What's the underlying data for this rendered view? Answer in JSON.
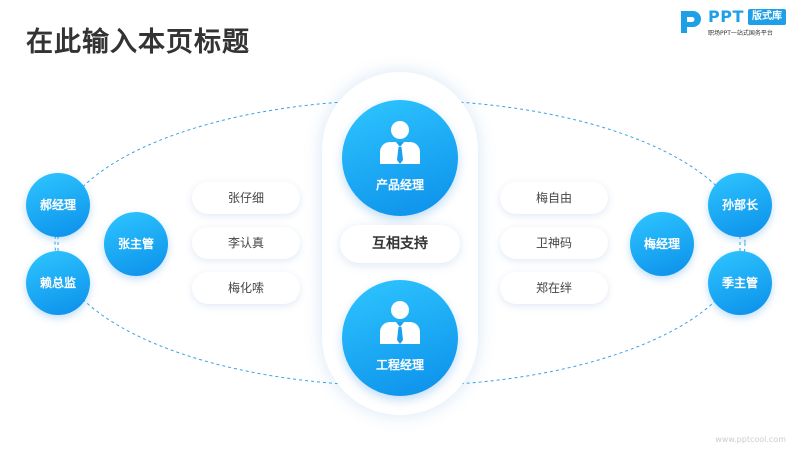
{
  "page": {
    "title": "在此输入本页标题"
  },
  "logo": {
    "brand": "PPT",
    "tag": "版式库",
    "slogan": "职场PPT一站式国务平台"
  },
  "center": {
    "top_role": "产品经理",
    "bottom_role": "工程经理",
    "label": "互相支持"
  },
  "left": {
    "outer_top": "郝经理",
    "outer_bottom": "赖总监",
    "inner": "张主管",
    "names": [
      "张仔细",
      "李认真",
      "梅化嗦"
    ]
  },
  "right": {
    "outer_top": "孙部长",
    "outer_bottom": "季主管",
    "inner": "梅经理",
    "names": [
      "梅自由",
      "卫神码",
      "郑在绊"
    ]
  },
  "watermark": "www.pptcool.com",
  "colors": {
    "accent": "#1e9fe8",
    "circle_light": "#2fc6ff",
    "circle_dark": "#0b8fea",
    "title": "#333333",
    "line": "#3aa3e6"
  },
  "icons": {
    "person": "person-tie-icon",
    "logo": "ppt-logo-icon"
  }
}
